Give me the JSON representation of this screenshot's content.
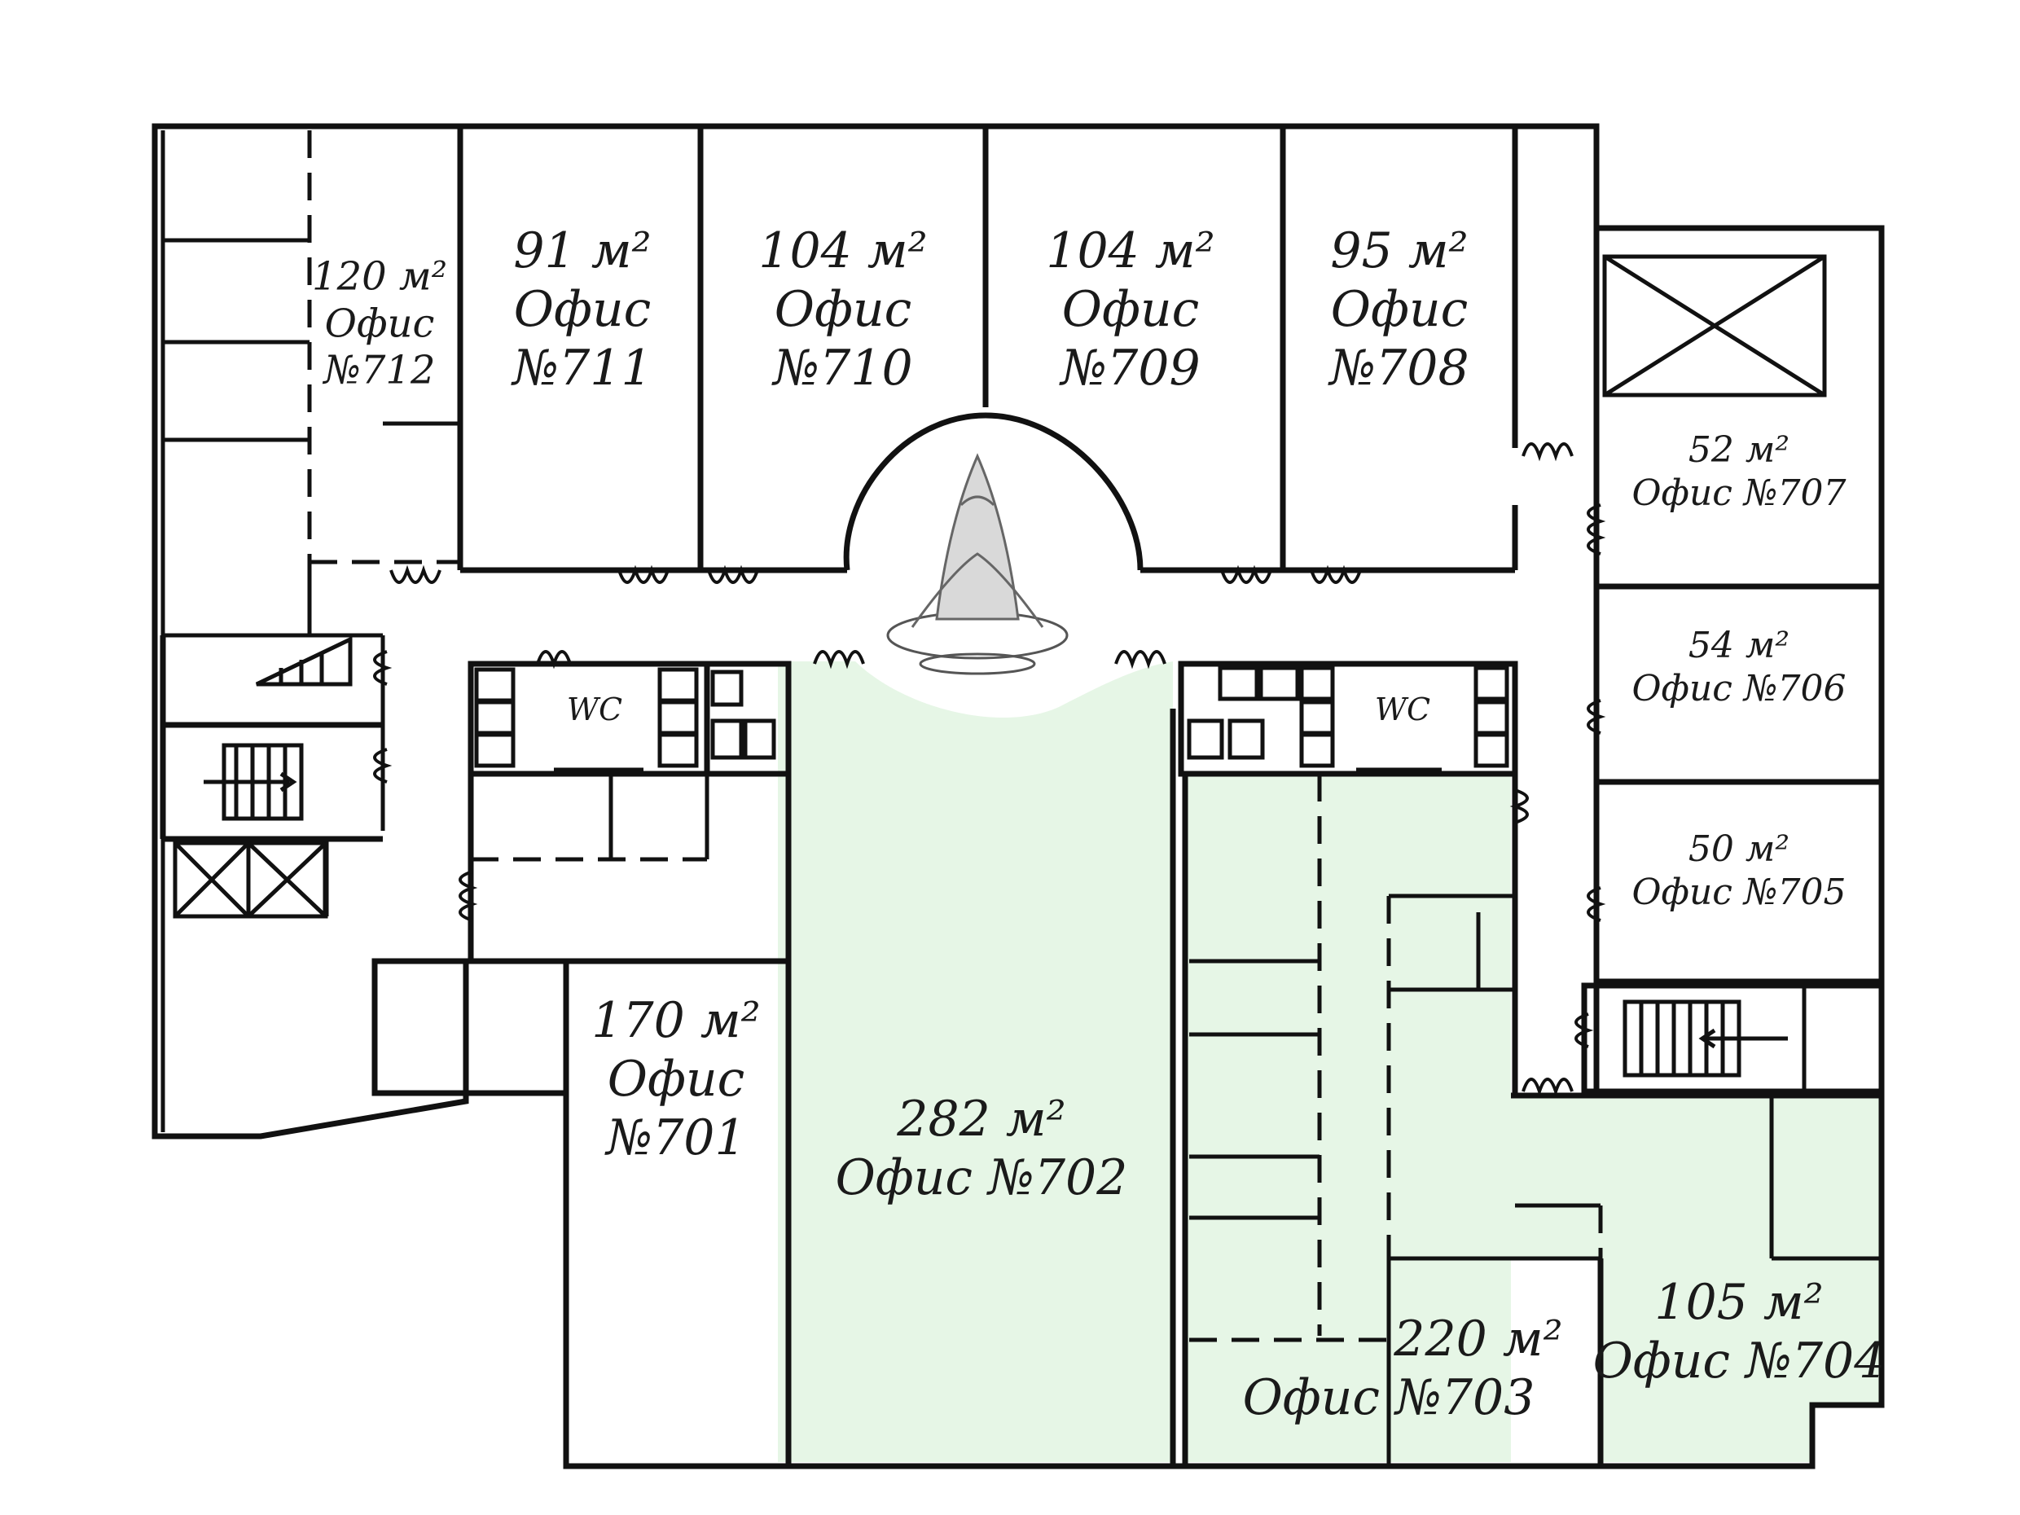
{
  "floor_plan": {
    "unit_m2": "м²",
    "rooms": [
      {
        "id": "712",
        "area": "120",
        "office": "Офис",
        "number": "№712"
      },
      {
        "id": "711",
        "area": "91",
        "office": "Офис",
        "number": "№711"
      },
      {
        "id": "710",
        "area": "104",
        "office": "Офис",
        "number": "№710"
      },
      {
        "id": "709",
        "area": "104",
        "office": "Офис",
        "number": "№709"
      },
      {
        "id": "708",
        "area": "95",
        "office": "Офис",
        "number": "№708"
      },
      {
        "id": "707",
        "area": "52",
        "label": "Офис №707"
      },
      {
        "id": "706",
        "area": "54",
        "label": "Офис №706"
      },
      {
        "id": "705",
        "area": "50",
        "label": "Офис №705"
      },
      {
        "id": "701",
        "area": "170",
        "office": "Офис",
        "number": "№701"
      },
      {
        "id": "702",
        "area": "282",
        "label": "Офис №702"
      },
      {
        "id": "703",
        "area": "220",
        "label": "Офис №703"
      },
      {
        "id": "704",
        "area": "105",
        "label": "Офис №704"
      }
    ],
    "wc_left": "WC",
    "wc_right": "WC",
    "highlight_color": "#e6f6e6",
    "wall_color": "#111111",
    "icons": [
      "fountain-icon",
      "stairs-icon",
      "elevator-shaft-icon",
      "wc-fixture-icon",
      "door-icon"
    ]
  }
}
